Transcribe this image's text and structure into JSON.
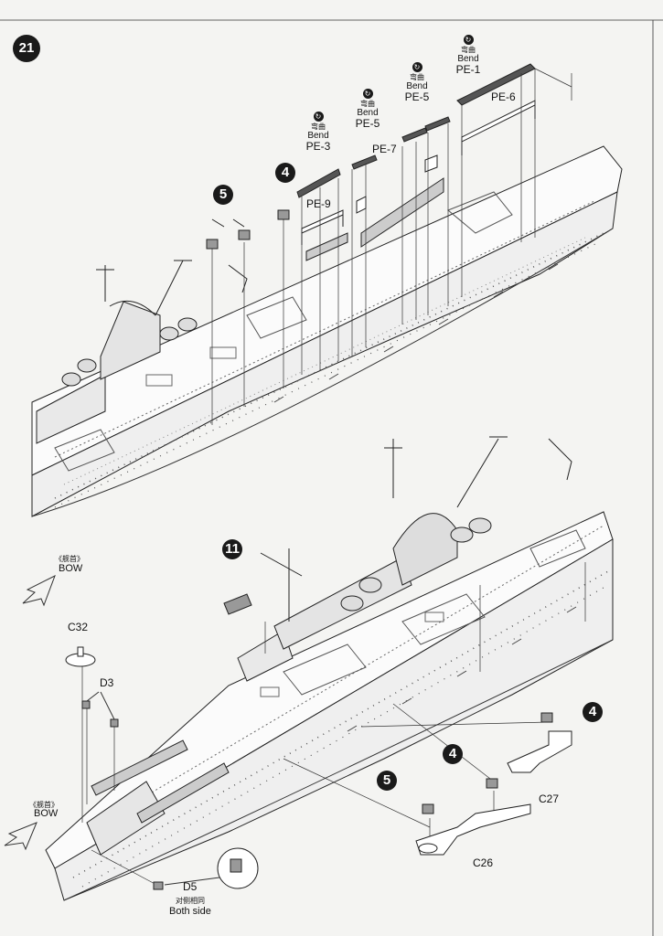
{
  "step": {
    "number": "21"
  },
  "callouts": [
    {
      "id": "c5a",
      "value": "5"
    },
    {
      "id": "c4a",
      "value": "4"
    },
    {
      "id": "c11",
      "value": "11"
    },
    {
      "id": "c4b",
      "value": "4"
    },
    {
      "id": "c4c",
      "value": "4"
    },
    {
      "id": "c5b",
      "value": "5"
    }
  ],
  "bend_notes": [
    {
      "cn": "弯曲",
      "en": "Bend",
      "part": "PE-3"
    },
    {
      "cn": "弯曲",
      "en": "Bend",
      "part": "PE-5"
    },
    {
      "cn": "弯曲",
      "en": "Bend",
      "part": "PE-5"
    },
    {
      "cn": "弯曲",
      "en": "Bend",
      "part": "PE-1"
    }
  ],
  "part_labels": {
    "pe6": "PE-6",
    "pe7": "PE-7",
    "pe9": "PE-9",
    "c32": "C32",
    "d3": "D3",
    "d5": "D5",
    "c26": "C26",
    "c27": "C27"
  },
  "directions": {
    "bow_upper_cn": "《舰首》",
    "bow_upper_en": "BOW",
    "bow_lower_cn": "《舰首》",
    "bow_lower_en": "BOW"
  },
  "both_side": {
    "cn": "对侧相同",
    "en": "Both side"
  },
  "bend_icon": "bend-arrow-icon"
}
